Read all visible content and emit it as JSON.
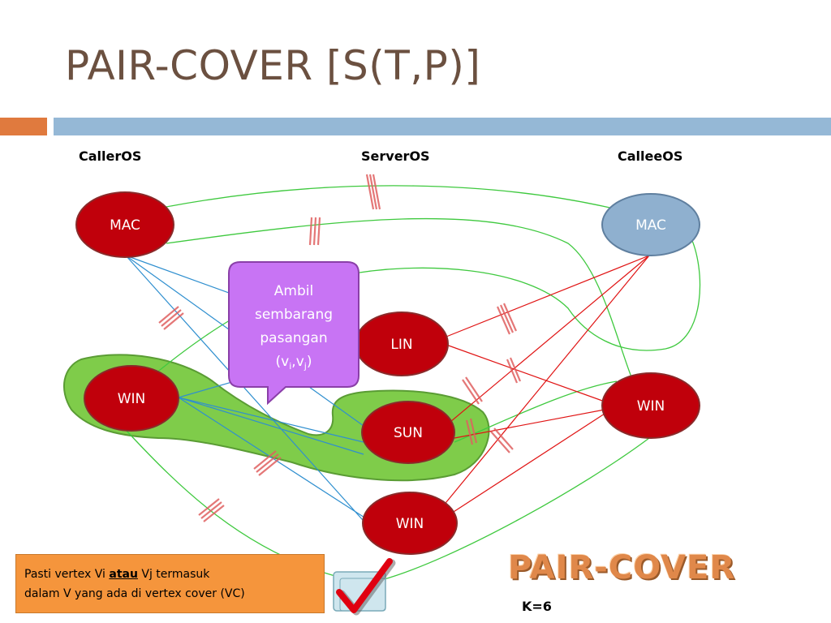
{
  "title": "PAIR-COVER [S(T,P)]",
  "columns": {
    "caller": "CallerOS",
    "server": "ServerOS",
    "callee": "CalleeOS"
  },
  "nodes": {
    "caller_mac": "MAC",
    "caller_win": "WIN",
    "server_lin": "LIN",
    "server_sun": "SUN",
    "server_win": "WIN",
    "callee_mac": "MAC",
    "callee_win": "WIN"
  },
  "callout": {
    "line1": "Ambil",
    "line2": "sembarang",
    "line3": "pasangan",
    "line4": "(v",
    "sub_i": "i",
    "comma": ",v",
    "sub_j": "j",
    "close": ")"
  },
  "note": {
    "part1": "Pasti vertex Vi ",
    "emphasis": "atau",
    "part2": " Vj termasuk",
    "line2": "dalam V yang ada di vertex cover (VC)"
  },
  "pair_cover": "PAIR-COVER",
  "k_value": "K=6",
  "colors": {
    "node_red": "#c0000b",
    "node_blue": "#8fb0cf",
    "green_edge": "#3fc93f",
    "blue_edge": "#2f8fcf",
    "red_edge": "#e01414",
    "highlight": "#7fcc4a",
    "callout": "#c874f4"
  }
}
